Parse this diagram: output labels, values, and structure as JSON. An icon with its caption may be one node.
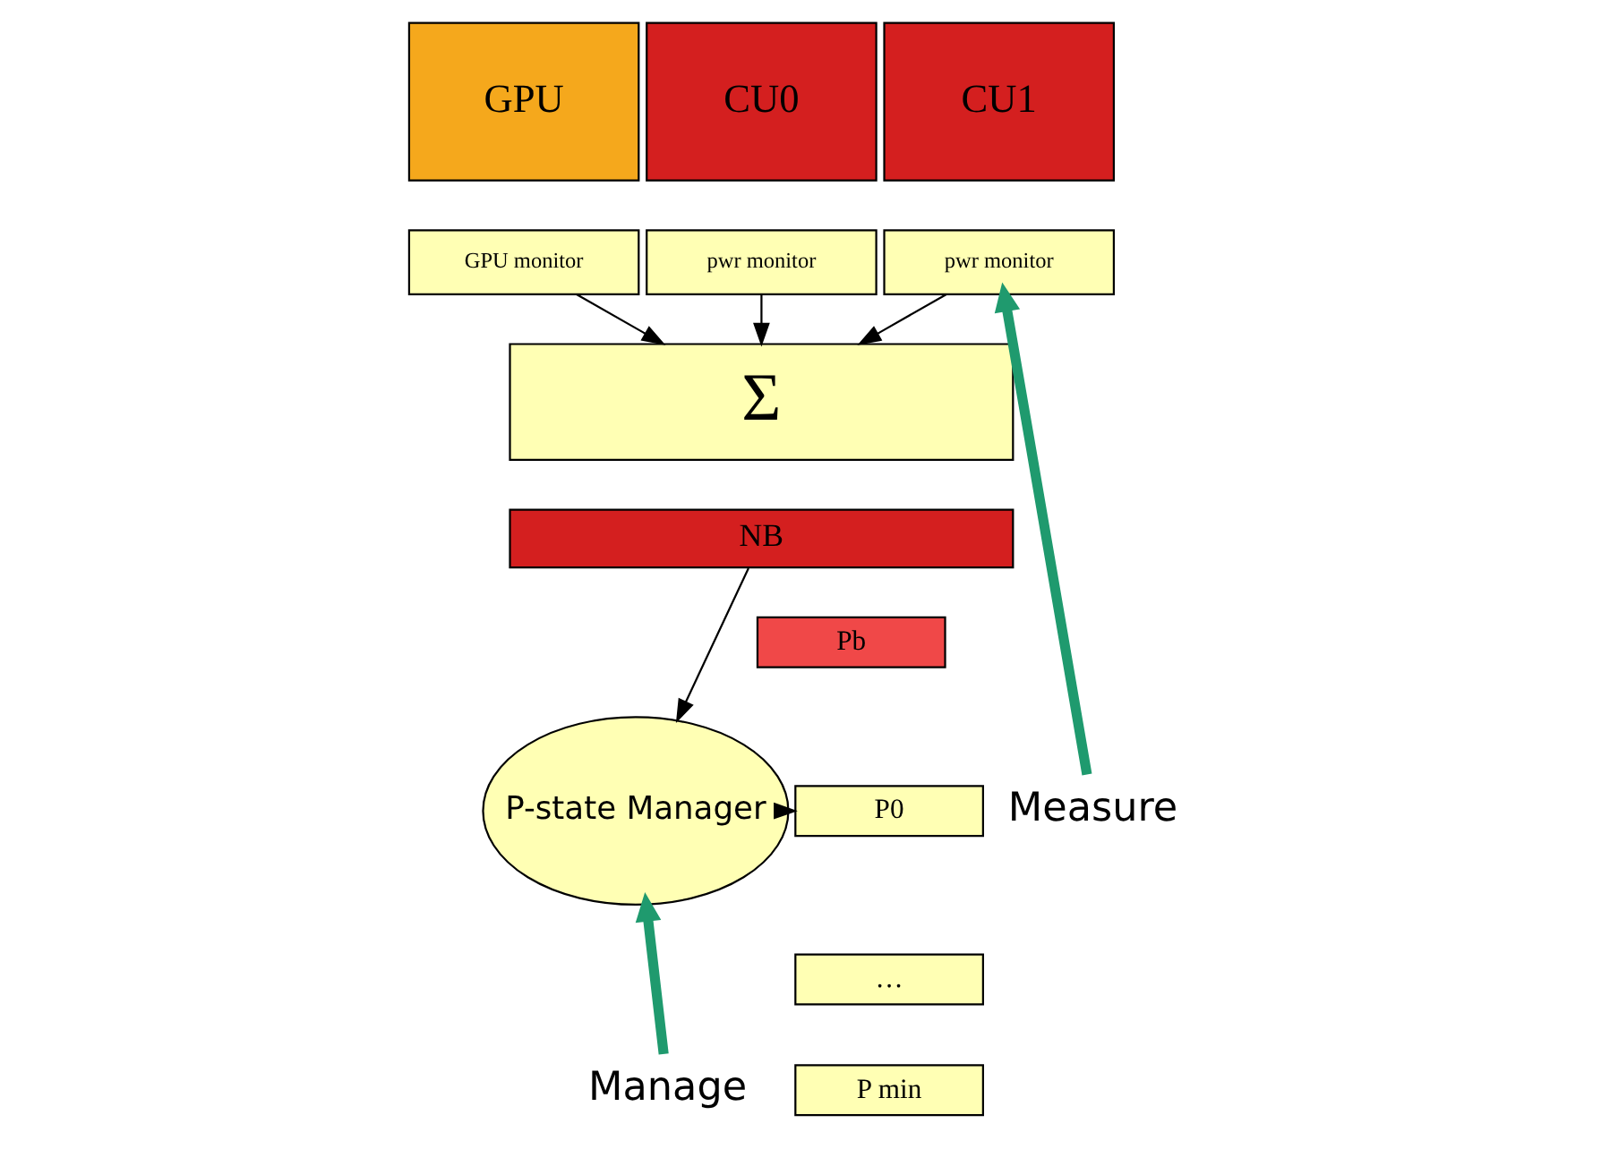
{
  "diagram": {
    "nodes": [
      {
        "text": [
          "GPU"
        ]
      },
      {
        "text": [
          "CU0"
        ]
      },
      {
        "text": [
          "CU1"
        ]
      },
      {
        "text": [
          "GPU monitor"
        ]
      },
      {
        "text": [
          "pwr monitor"
        ]
      },
      {
        "text": [
          "pwr monitor"
        ]
      },
      {
        "text": [
          "Σ"
        ]
      },
      {
        "text": [
          "NB"
        ]
      },
      {
        "text": [
          "P-state Manager"
        ]
      },
      {
        "text": [
          "Pb"
        ]
      },
      {
        "text": [
          "P0"
        ]
      },
      {
        "text": [
          "…"
        ]
      },
      {
        "text": [
          "P min"
        ]
      },
      {
        "text": [
          "Measure"
        ]
      },
      {
        "text": [
          "Manage"
        ]
      }
    ],
    "edges": [
      {
        "from": 3,
        "to": 6,
        "arrow": "to"
      },
      {
        "from": 4,
        "to": 6,
        "arrow": "to"
      },
      {
        "from": 5,
        "to": 6,
        "arrow": "to"
      },
      {
        "from": 7,
        "to": 8,
        "arrow": "to"
      },
      {
        "from": 8,
        "to": 10,
        "arrow": "to"
      },
      {
        "from": 13,
        "to": 5,
        "arrow": "to",
        "style": "thick",
        "color": "#1f9a6e"
      },
      {
        "from": 14,
        "to": 8,
        "arrow": "to",
        "style": "thick",
        "color": "#1f9a6e"
      }
    ]
  }
}
